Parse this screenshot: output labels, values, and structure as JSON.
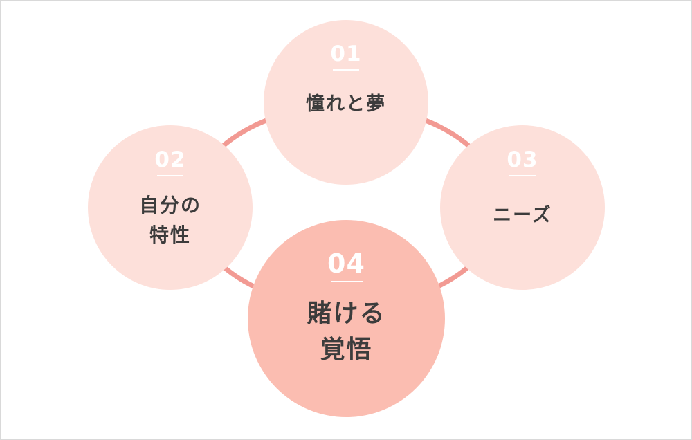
{
  "colors": {
    "ring": "#f29a93",
    "circle_light": "#fde0da",
    "circle_accent": "#fbbdb1",
    "text": "#3c3c3c",
    "number": "#ffffff"
  },
  "nodes": [
    {
      "number": "01",
      "label": "憧れと夢"
    },
    {
      "number": "02",
      "label": "自分の\n特性"
    },
    {
      "number": "03",
      "label": "ニーズ"
    },
    {
      "number": "04",
      "label": "賭ける\n覚悟"
    }
  ]
}
